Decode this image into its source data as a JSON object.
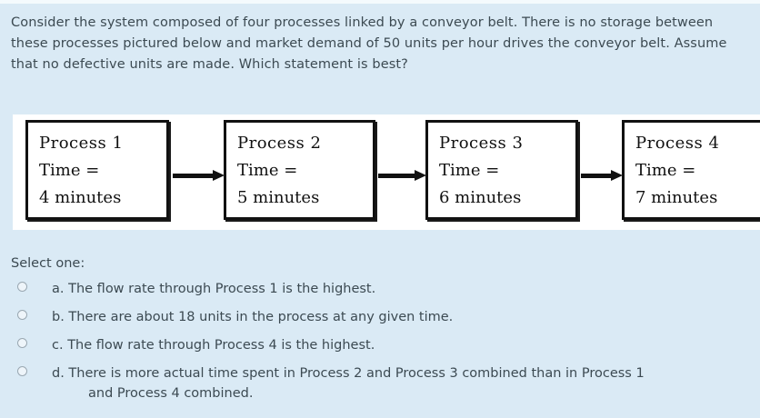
{
  "question": {
    "stem": "Consider the system composed of four processes linked by a conveyor belt. There is no storage between these processes pictured below and market demand of 50 units per hour drives the conveyor belt. Assume that no defective units are made. Which statement is best?",
    "select_prompt": "Select one:"
  },
  "diagram": {
    "boxes": [
      {
        "title": "Process 1",
        "time_label": "Time =",
        "time_value": "4 minutes"
      },
      {
        "title": "Process 2",
        "time_label": "Time =",
        "time_value": "5 minutes"
      },
      {
        "title": "Process 3",
        "time_label": "Time =",
        "time_value": "6 minutes"
      },
      {
        "title": "Process 4",
        "time_label": "Time =",
        "time_value": "7 minutes"
      }
    ],
    "connector_icon": "arrow-right-icon"
  },
  "options": [
    {
      "letter": "a.",
      "text": "a. The flow rate through Process 1 is the highest.",
      "selected": false
    },
    {
      "letter": "b.",
      "text": "b. There are about 18 units in the process at any given time.",
      "selected": false
    },
    {
      "letter": "c.",
      "text": "c. The flow rate through Process 4 is the highest.",
      "selected": false
    },
    {
      "letter": "d.",
      "text": "d. There is more actual time spent in Process 2 and Process 3 combined than in Process 1",
      "continuation": "and Process 4 combined.",
      "selected": false
    }
  ],
  "colors": {
    "background": "#daeaf5",
    "text": "#3c4a52",
    "diagram_background": "#ffffff",
    "diagram_stroke": "#111111",
    "radio_border": "#9aa8b2"
  }
}
